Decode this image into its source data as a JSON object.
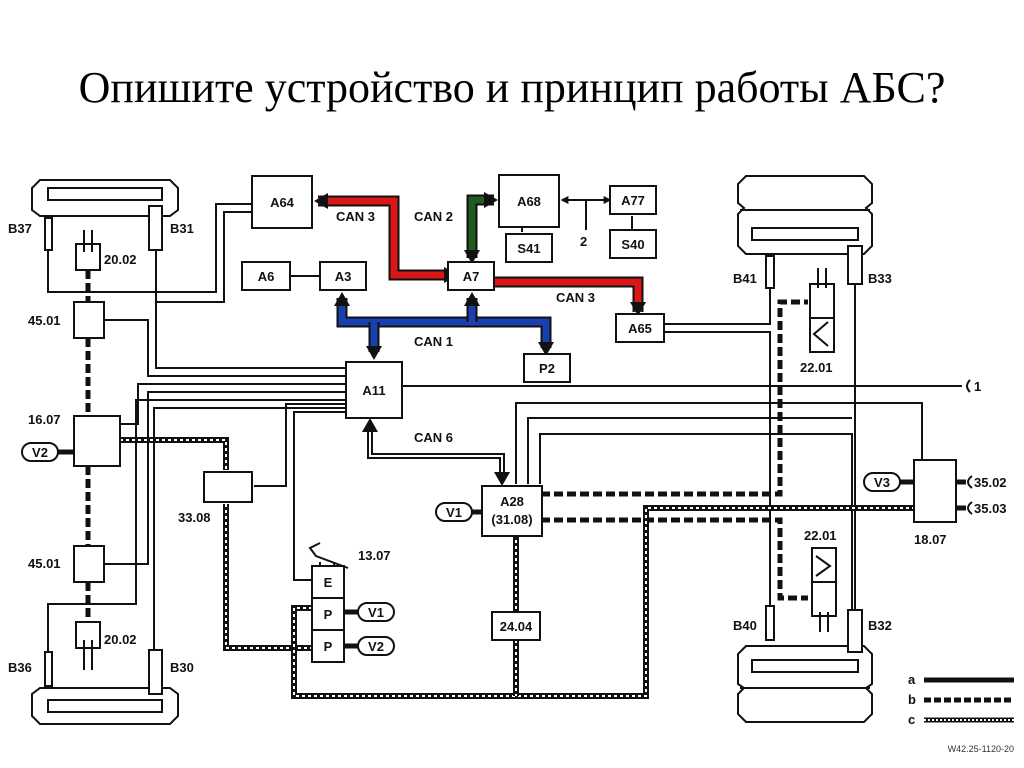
{
  "slide": {
    "title": "Опишите устройство и принцип работы АБС?"
  },
  "diagram": {
    "colors": {
      "can1": "#1a3fb0",
      "can2": "#1f5a1f",
      "can3": "#d81818",
      "line": "#111111",
      "background": "#ffffff"
    },
    "modules": {
      "A64": "A64",
      "A68": "A68",
      "A77": "A77",
      "S41": "S41",
      "S40": "S40",
      "A6": "A6",
      "A3": "A3",
      "A7": "A7",
      "A65": "A65",
      "P2": "P2",
      "A11": "A11",
      "A28_line1": "A28",
      "A28_line2": "(31.08)",
      "E": "E",
      "P1": "P",
      "P2b": "P",
      "n2404": "24.04"
    },
    "buses": {
      "can1": "CAN 1",
      "can2": "CAN 2",
      "can3_left": "CAN 3",
      "can3_right": "CAN 3",
      "can6": "CAN 6",
      "link2": "2"
    },
    "sensors": {
      "B37": "B37",
      "B31": "B31",
      "B36": "B36",
      "B30": "B30",
      "B41": "B41",
      "B33": "B33",
      "B40": "B40",
      "B32": "B32"
    },
    "components": {
      "c2002_top": "20.02",
      "c2002_bottom": "20.02",
      "c4501_top": "45.01",
      "c4501_bottom": "45.01",
      "c1607": "16.07",
      "c3308": "33.08",
      "c1307": "13.07",
      "c2201_top": "22.01",
      "c2201_bottom": "22.01",
      "c1807": "18.07"
    },
    "valves": {
      "V1_a28": "V1",
      "V2_1607": "V2",
      "V1_p": "V1",
      "V2_p": "V2",
      "V3": "V3"
    },
    "connectors": {
      "c1": "1",
      "c3502": "35.02",
      "c3503": "35.03"
    },
    "legend": [
      {
        "key": "a",
        "style": "solid"
      },
      {
        "key": "b",
        "style": "dashed"
      },
      {
        "key": "c",
        "style": "dotted"
      }
    ],
    "figure_code": "W42.25-1120-20"
  }
}
